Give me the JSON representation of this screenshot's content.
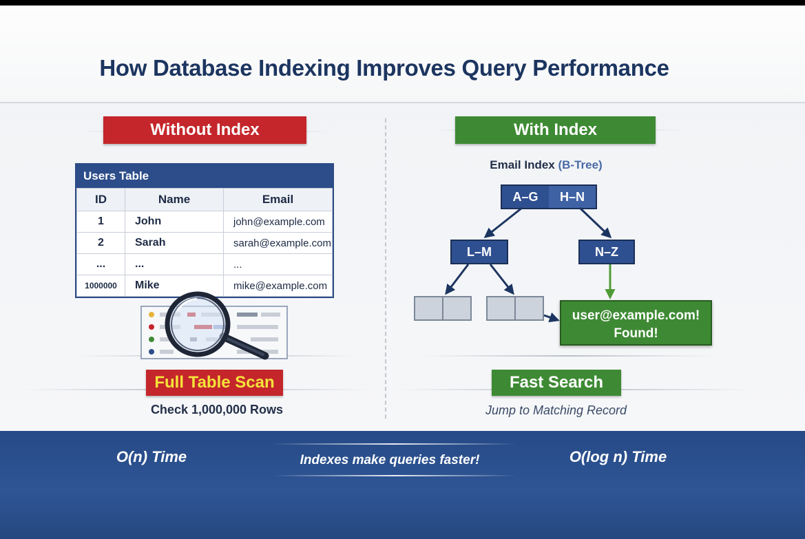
{
  "title": "How Database Indexing Improves Query Performance",
  "left": {
    "banner": "Without Index",
    "table": {
      "title": "Users Table",
      "columns": [
        "ID",
        "Name",
        "Email"
      ],
      "rows": [
        {
          "id": "1",
          "name": "John",
          "email": "john@example.com"
        },
        {
          "id": "2",
          "name": "Sarah",
          "email": "sarah@example.com"
        },
        {
          "id": "...",
          "name": "...",
          "email": "..."
        },
        {
          "id": "1000000",
          "name": "Mike",
          "email": "mike@example.com"
        }
      ]
    },
    "label": "Full Table Scan",
    "caption": "Check 1,000,000 Rows"
  },
  "right": {
    "banner": "With Index",
    "index_title": "Email Index",
    "index_type": "(B-Tree)",
    "root_keys": [
      "A–G",
      "H–N"
    ],
    "node_left": "L–M",
    "node_right": "N–Z",
    "found_line1": "user@example.com!",
    "found_line2": "Found!",
    "label": "Fast Search",
    "caption": "Jump to Matching Record"
  },
  "footer": {
    "left": "O(n) Time",
    "middle": "Indexes make queries faster!",
    "right": "O(log n) Time"
  },
  "colors": {
    "navy": "#1c3560",
    "red": "#c4262b",
    "green": "#3e8a34",
    "node_blue": "#2f5090",
    "highlight_yellow": "#f5e23a",
    "footer_blue": "#2a4f8e"
  }
}
